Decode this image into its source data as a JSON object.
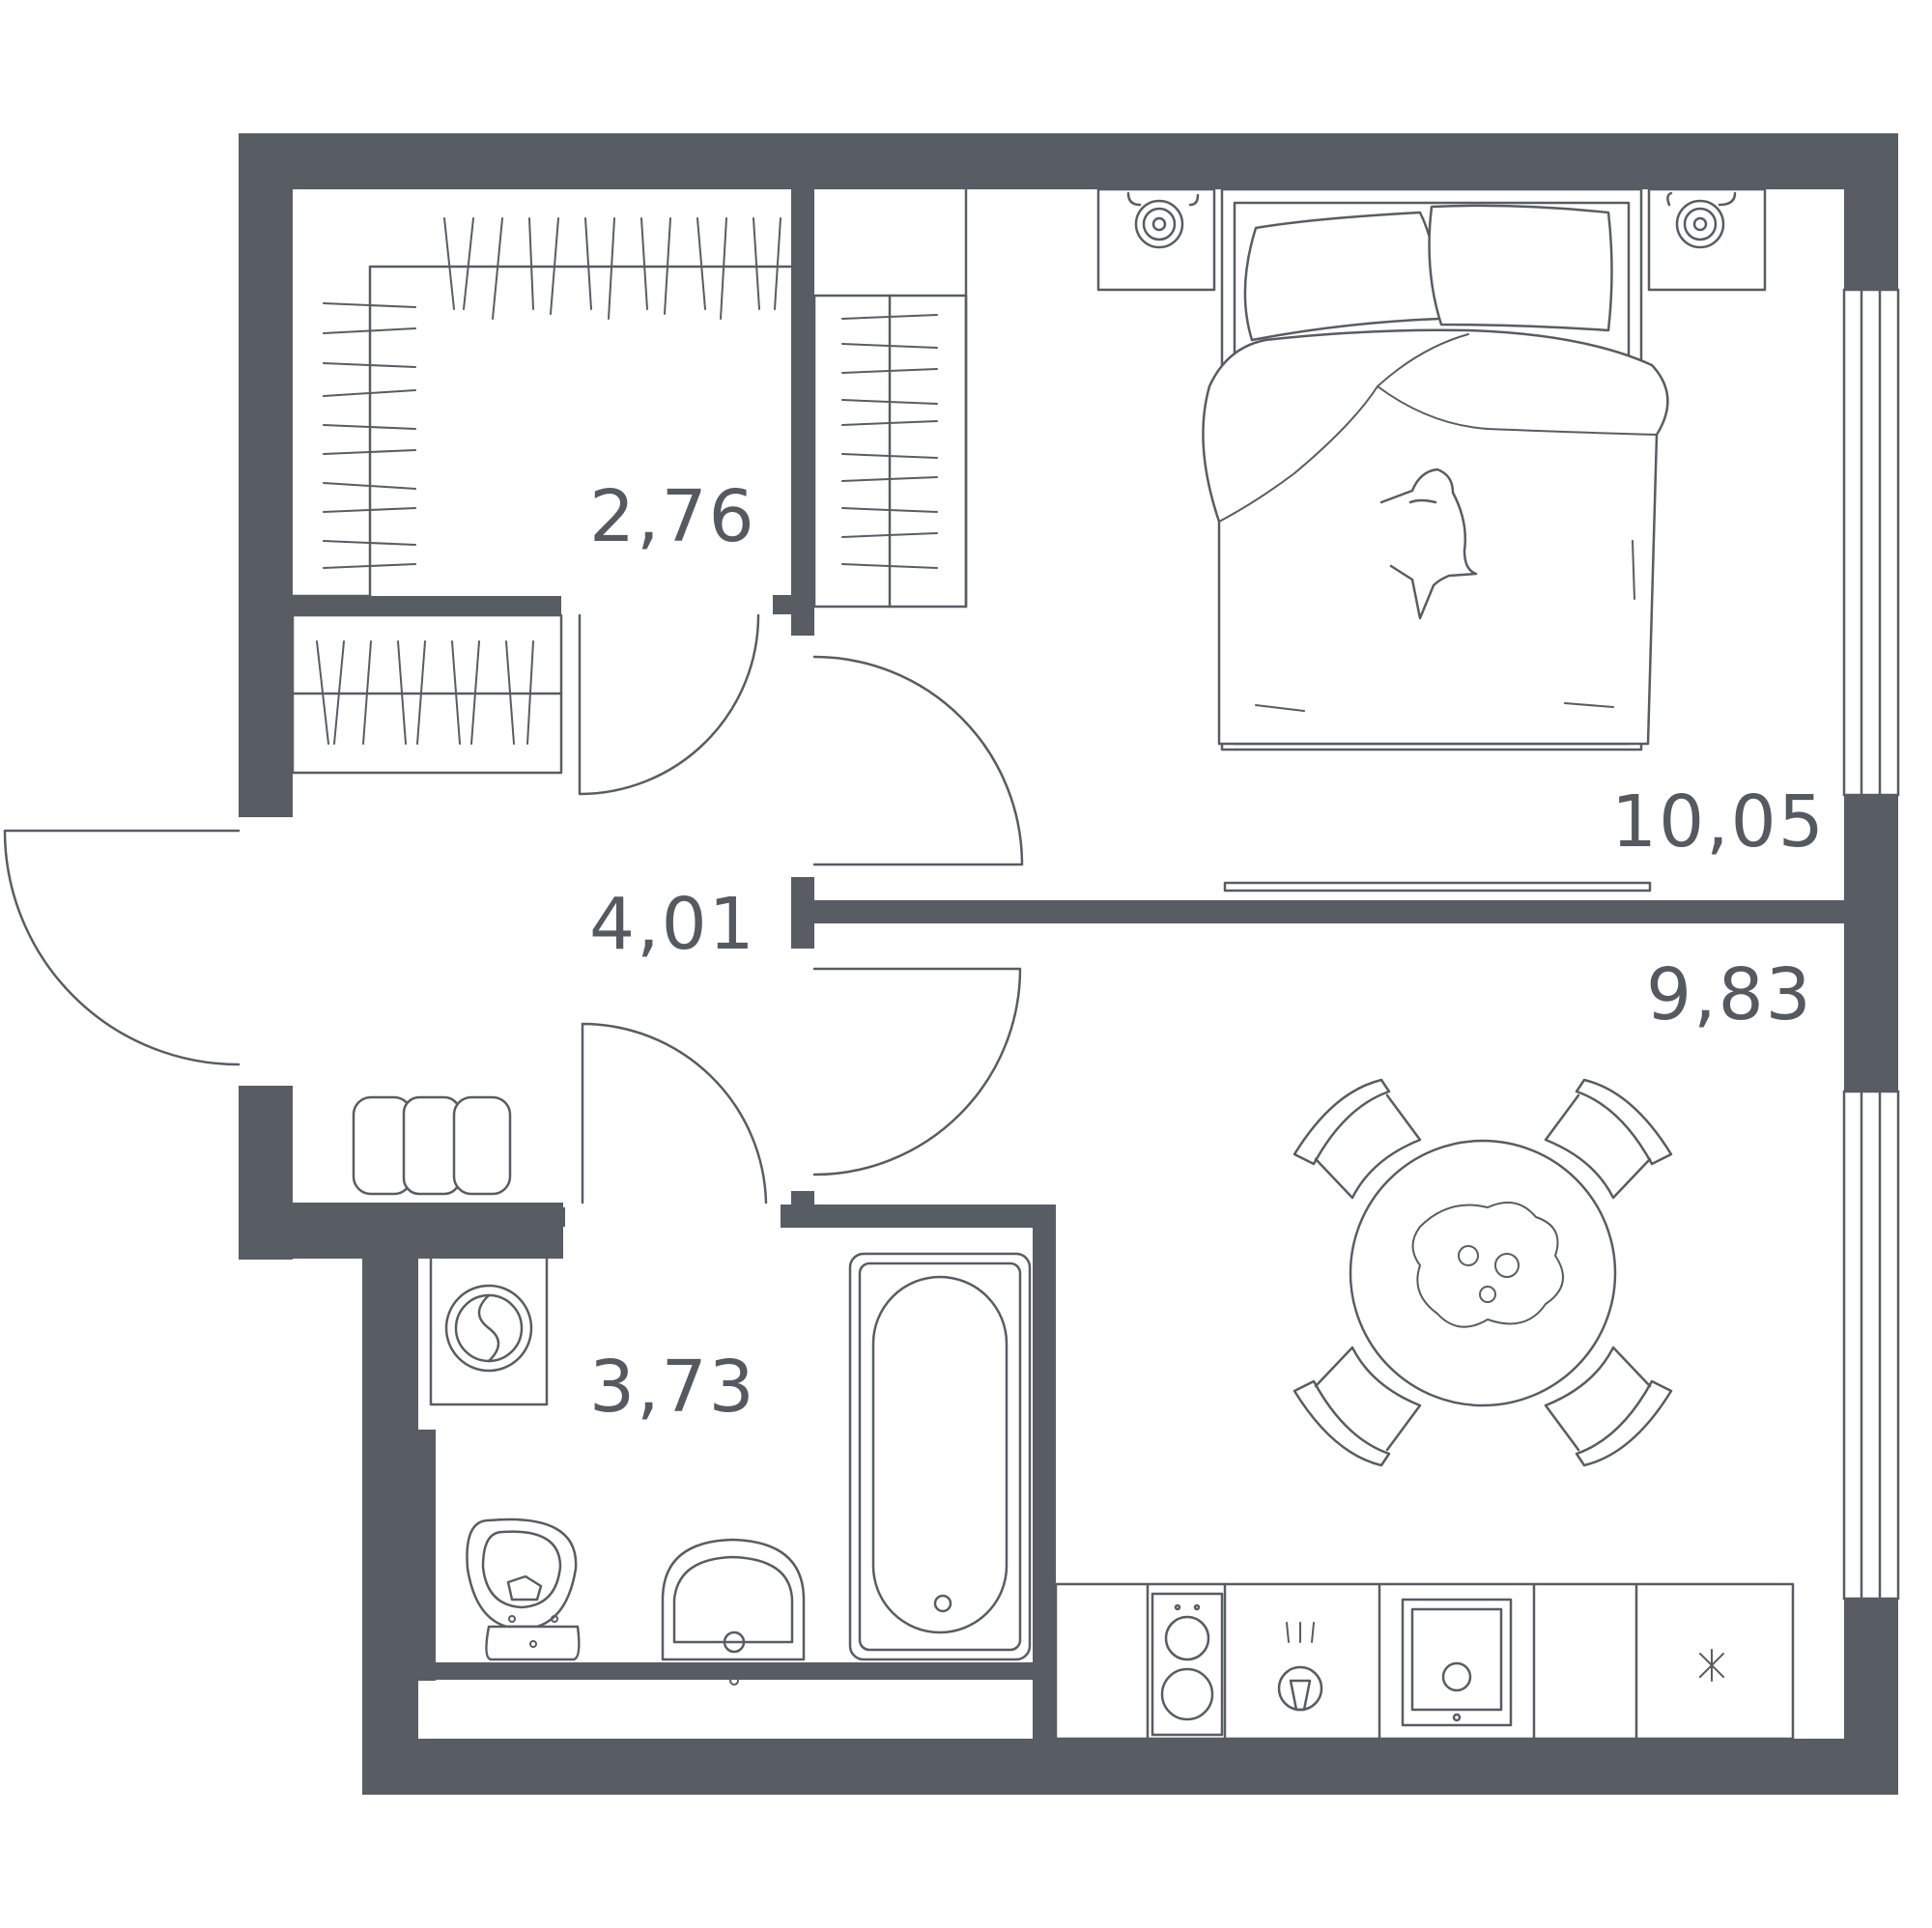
{
  "rooms": [
    {
      "id": "wardrobe",
      "area": "2,76"
    },
    {
      "id": "hallway",
      "area": "4,01"
    },
    {
      "id": "bathroom",
      "area": "3,73"
    },
    {
      "id": "bedroom",
      "area": "10,05"
    },
    {
      "id": "kitchen",
      "area": "9,83"
    }
  ],
  "colors": {
    "walls": "#585c63",
    "lines": "#585c63",
    "background": "#ffffff"
  }
}
